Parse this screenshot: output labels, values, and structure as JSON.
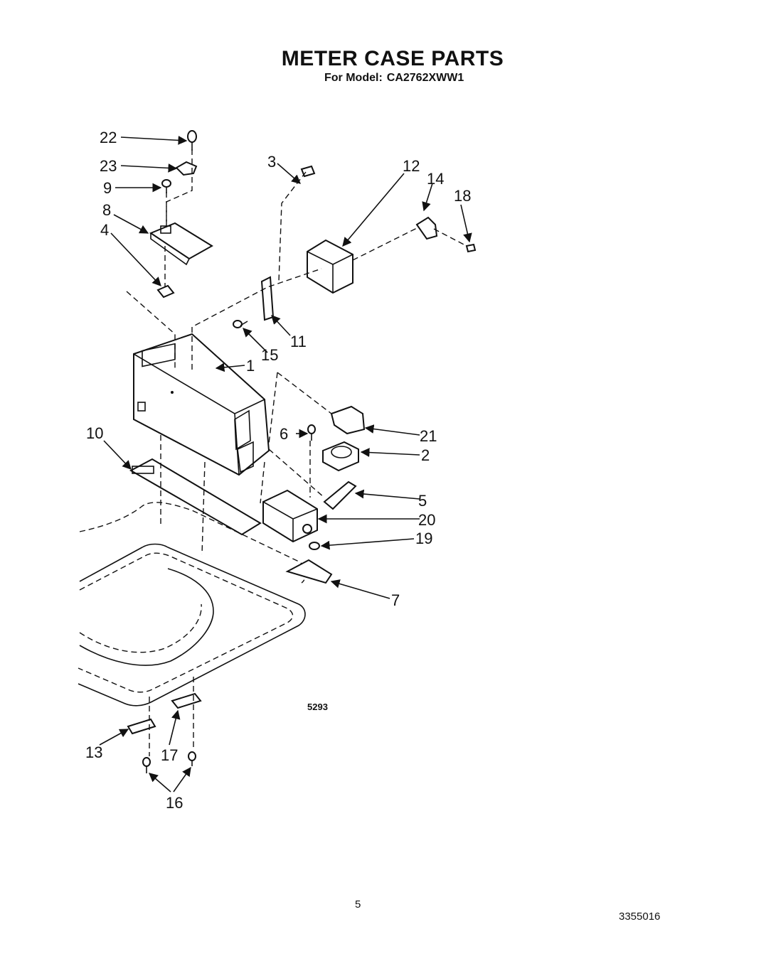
{
  "title": "METER CASE PARTS",
  "model_prefix": "For Model:",
  "model_number": "CA2762XWW1",
  "diagram_code": "5293",
  "page_number": "5",
  "document_number": "3355016",
  "callouts": {
    "c1": "1",
    "c2": "2",
    "c3": "3",
    "c4": "4",
    "c5": "5",
    "c6": "6",
    "c7": "7",
    "c8": "8",
    "c9": "9",
    "c10": "10",
    "c11": "11",
    "c12": "12",
    "c13": "13",
    "c14": "14",
    "c15": "15",
    "c16": "16",
    "c17": "17",
    "c18": "18",
    "c19": "19",
    "c20": "20",
    "c21": "21",
    "c22": "22",
    "c23": "23"
  }
}
